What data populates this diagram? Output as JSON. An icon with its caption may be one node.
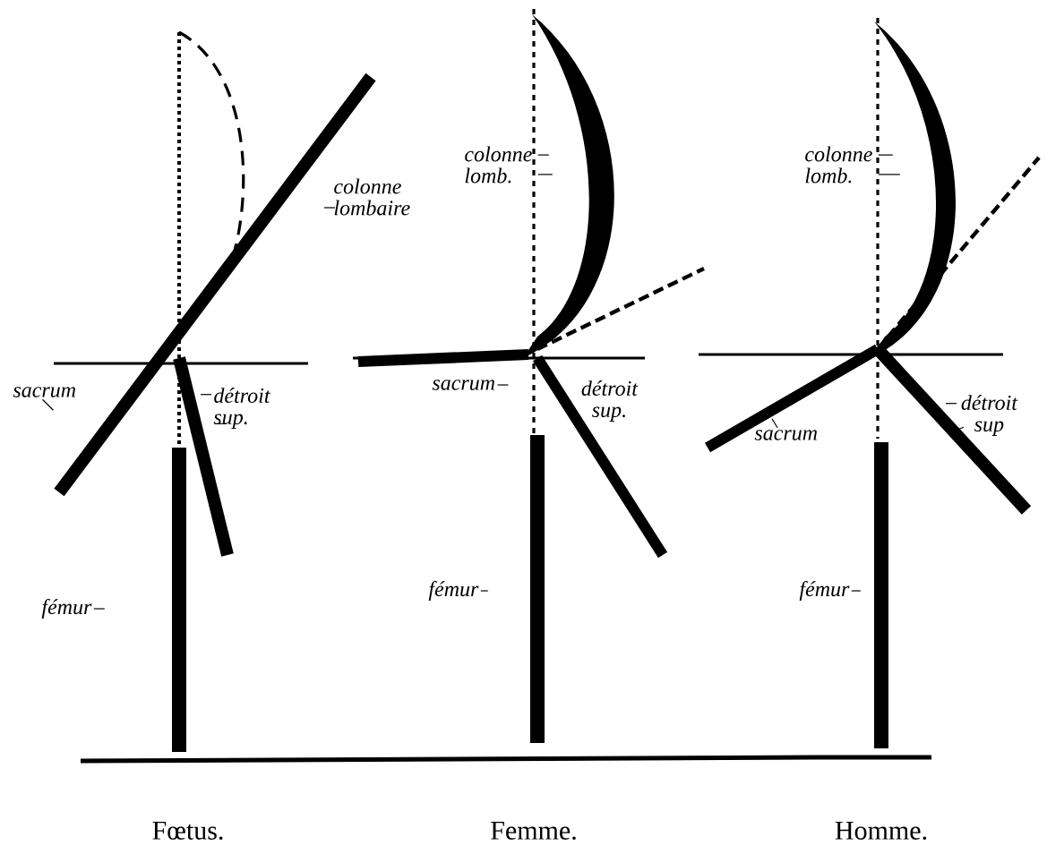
{
  "diagram": {
    "nodes": [
      {
        "text": [
          "colonne lombaire"
        ]
      },
      {
        "text": [
          "sacrum"
        ]
      },
      {
        "text": [
          "détroit sup."
        ]
      },
      {
        "text": [
          "fémur"
        ]
      },
      {
        "text": [
          "colonne lomb."
        ]
      },
      {
        "text": [
          "sacrum"
        ]
      },
      {
        "text": [
          "détroit sup."
        ]
      },
      {
        "text": [
          "fémur"
        ]
      },
      {
        "text": [
          "colonne lomb."
        ]
      },
      {
        "text": [
          "sacrum"
        ]
      },
      {
        "text": [
          "détroit sup"
        ]
      },
      {
        "text": [
          "fémur"
        ]
      }
    ],
    "edges": [
      {
        "from": 0,
        "to": null,
        "arrow": "none"
      },
      {
        "from": 1,
        "to": null,
        "arrow": "none"
      },
      {
        "from": 2,
        "to": null,
        "arrow": "none"
      },
      {
        "from": 2,
        "to": null,
        "arrow": "none"
      },
      {
        "from": 3,
        "to": null,
        "arrow": "none"
      },
      {
        "from": 4,
        "to": null,
        "arrow": "none"
      },
      {
        "from": 4,
        "to": null,
        "arrow": "none"
      },
      {
        "from": 5,
        "to": null,
        "arrow": "none"
      },
      {
        "from": 7,
        "to": null,
        "arrow": "none"
      },
      {
        "from": 8,
        "to": null,
        "arrow": "none"
      },
      {
        "from": 8,
        "to": null,
        "arrow": "none"
      },
      {
        "from": 9,
        "to": null,
        "arrow": "none"
      },
      {
        "from": 10,
        "to": null,
        "arrow": "none"
      },
      {
        "from": 10,
        "to": null,
        "arrow": "none"
      },
      {
        "from": 11,
        "to": null,
        "arrow": "none"
      }
    ],
    "labels": [
      "Fœtus.",
      "Femme.",
      "Homme."
    ]
  }
}
